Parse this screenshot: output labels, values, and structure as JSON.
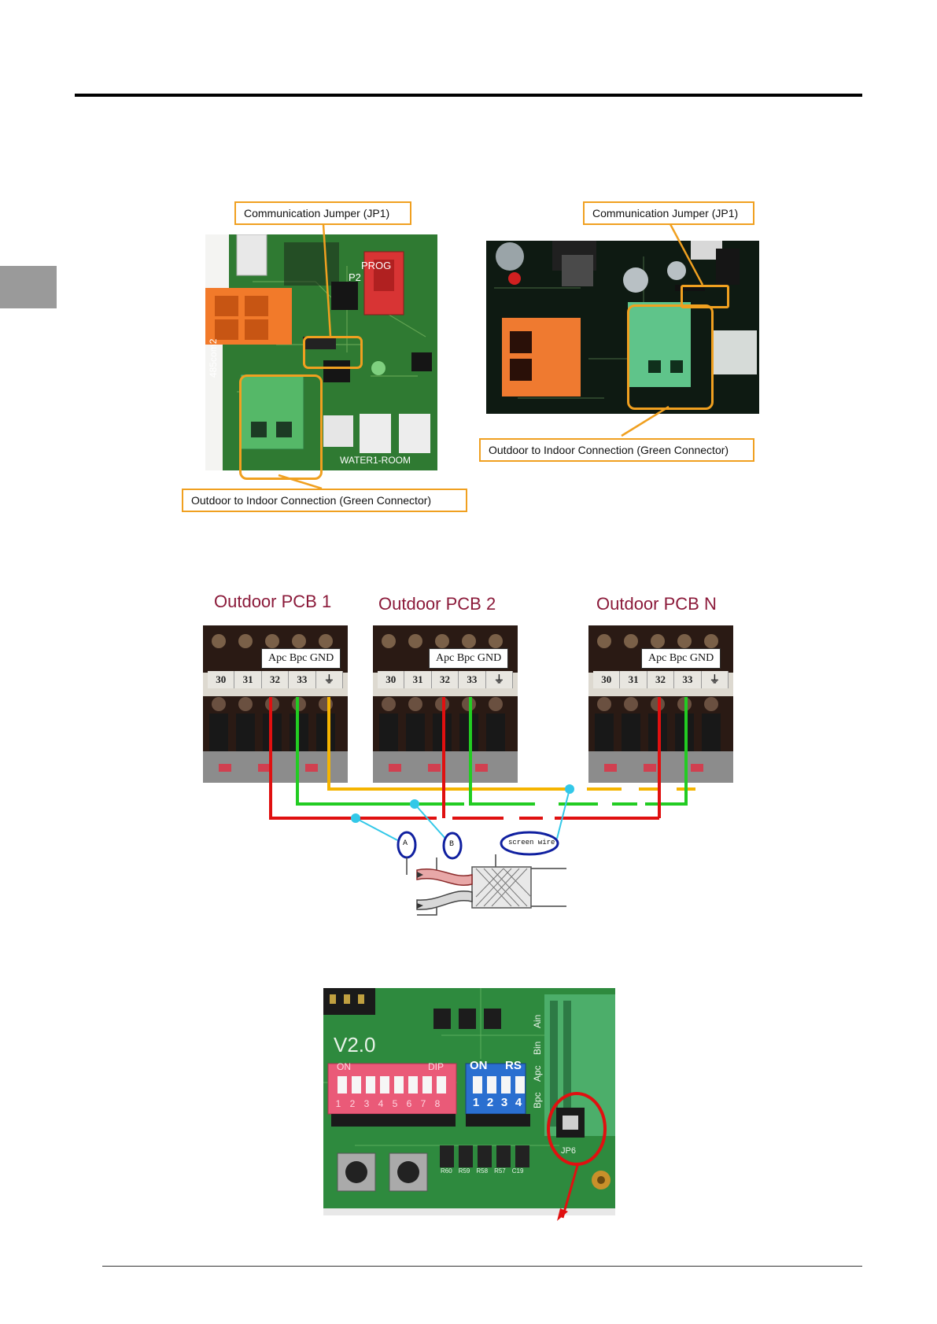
{
  "figure1": {
    "left_jumper_label": "Communication Jumper (JP1)",
    "left_connector_label": "Outdoor to Indoor Connection (Green Connector)",
    "right_jumper_label": "Communication Jumper (JP1)",
    "right_connector_label": "Outdoor to Indoor Connection (Green Connector)",
    "board_text": {
      "prog": "PROG",
      "p2": "P2",
      "side": "485com2",
      "bottom": "WATER1-ROOM"
    }
  },
  "figure2": {
    "pcbs": [
      {
        "title": "Outdoor PCB 1",
        "terminal_label": "Apc Bpc GND",
        "numbers": [
          "30",
          "31",
          "32",
          "33"
        ]
      },
      {
        "title": "Outdoor PCB 2",
        "terminal_label": "Apc Bpc GND",
        "numbers": [
          "30",
          "31",
          "32",
          "33"
        ]
      },
      {
        "title": "Outdoor PCB N",
        "terminal_label": "Apc Bpc GND",
        "numbers": [
          "30",
          "31",
          "32",
          "33"
        ]
      }
    ],
    "callouts": {
      "a": "A",
      "b": "B",
      "screen": "screen wire"
    },
    "colors": {
      "red": "#e01010",
      "green": "#22cc22",
      "yellow": "#f5b400",
      "callout": "#1020a0",
      "pointer": "#33c8e8"
    }
  },
  "figure3": {
    "version": "V2.0",
    "dip_red": {
      "on": "ON",
      "dip": "DIP",
      "nums": [
        "1",
        "2",
        "3",
        "4",
        "5",
        "6",
        "7",
        "8"
      ]
    },
    "dip_blue": {
      "on": "ON",
      "rs": "RS",
      "nums": [
        "1",
        "2",
        "3",
        "4"
      ]
    },
    "connector_labels": [
      "Ain",
      "Bin",
      "Apc",
      "Bpc"
    ],
    "jumper_label": "JP6",
    "resistor_labels": [
      "R60",
      "R59",
      "R58",
      "R57",
      "C19"
    ]
  }
}
